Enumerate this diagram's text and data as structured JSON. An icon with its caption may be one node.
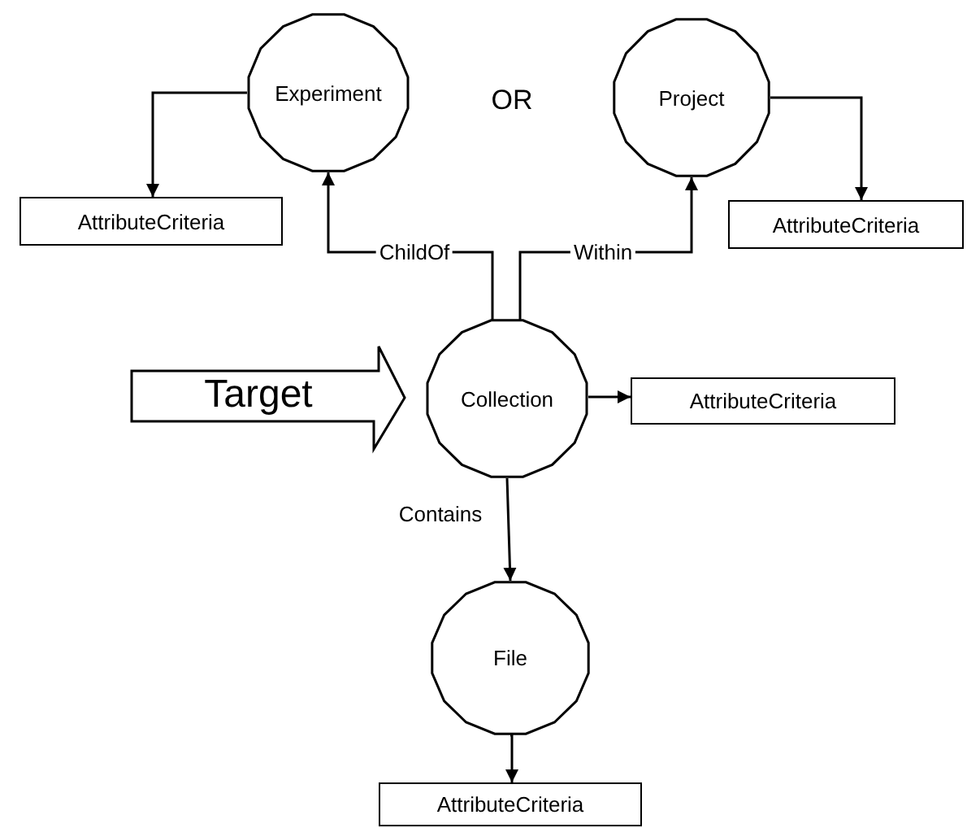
{
  "diagram": {
    "nodes": [
      {
        "text": [
          "Experiment"
        ]
      },
      {
        "text": [
          "Project"
        ]
      },
      {
        "text": [
          "AttributeCriteria"
        ]
      },
      {
        "text": [
          "AttributeCriteria"
        ]
      },
      {
        "text": [
          "Target"
        ]
      },
      {
        "text": [
          "Collection"
        ]
      },
      {
        "text": [
          "AttributeCriteria"
        ]
      },
      {
        "text": [
          "File"
        ]
      },
      {
        "text": [
          "AttributeCriteria"
        ]
      }
    ],
    "edges": [
      {
        "from": 0,
        "to": 2,
        "arrow": "to"
      },
      {
        "from": 1,
        "to": 3,
        "arrow": "to"
      },
      {
        "from": 5,
        "to": 0,
        "arrow": "to",
        "label": "ChildOf"
      },
      {
        "from": 5,
        "to": 1,
        "arrow": "to",
        "label": "Within"
      },
      {
        "from": 5,
        "to": 6,
        "arrow": "to"
      },
      {
        "from": 5,
        "to": 7,
        "arrow": "to",
        "label": "Contains"
      },
      {
        "from": 7,
        "to": 8,
        "arrow": "to"
      }
    ],
    "labels": [
      "OR"
    ]
  }
}
